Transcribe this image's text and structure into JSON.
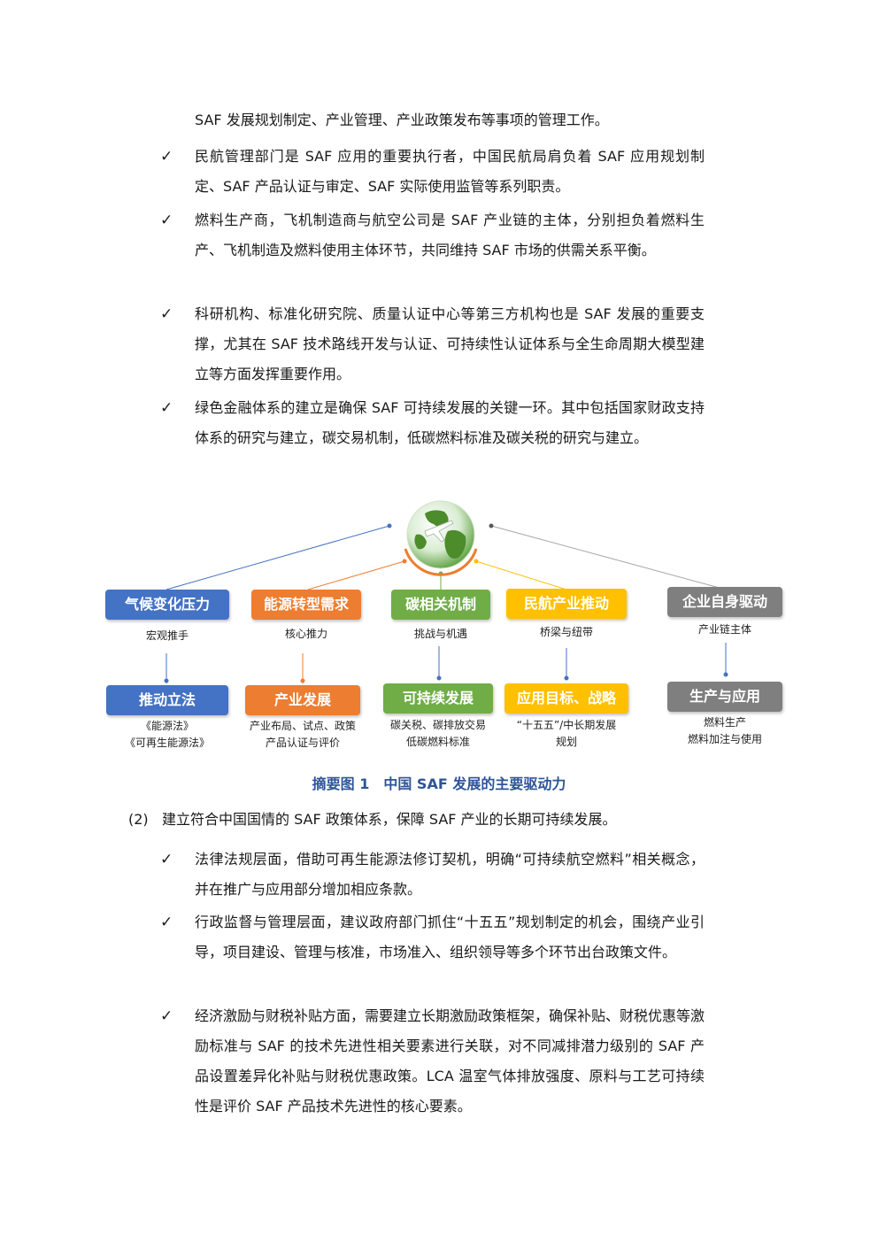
{
  "top_list": {
    "continuation": "SAF 发展规划制定、产业管理、产业政策发布等事项的管理工作。",
    "items": [
      "民航管理部门是 SAF 应用的重要执行者，中国民航局肩负着 SAF 应用规划制定、SAF 产品认证与审定、SAF 实际使用监管等系列职责。",
      "燃料生产商，飞机制造商与航空公司是 SAF 产业链的主体，分别担负着燃料生产、飞机制造及燃料使用主体环节，共同维持 SAF 市场的供需关系平衡。",
      "科研机构、标准化研究院、质量认证中心等第三方机构也是 SAF 发展的重要支撑，尤其在 SAF 技术路线开发与认证、可持续性认证体系与全生命周期大模型建立等方面发挥重要作用。",
      "绿色金融体系的建立是确保 SAF 可持续发展的关键一环。其中包括国家财政支持体系的研究与建立，碳交易机制，低碳燃料标准及碳关税的研究与建立。"
    ]
  },
  "check_mark": "✓",
  "diagram": {
    "drivers": [
      {
        "label": "气候变化压力",
        "sub": "宏观推手",
        "result": "推动立法",
        "detail": [
          "《能源法》",
          "《可再生能源法》"
        ],
        "color": "#4472c4"
      },
      {
        "label": "能源转型需求",
        "sub": "核心推力",
        "result": "产业发展",
        "detail": [
          "产业布局、试点、政策",
          "产品认证与评价"
        ],
        "color": "#ed7d31"
      },
      {
        "label": "碳相关机制",
        "sub": "挑战与机遇",
        "result": "可持续发展",
        "detail": [
          "碳关税、碳排放交易",
          "低碳燃料标准"
        ],
        "color": "#70ad47"
      },
      {
        "label": "民航产业推动",
        "sub": "桥梁与纽带",
        "result": "应用目标、战略",
        "detail": [
          "“十五五”/中长期发展",
          "规划"
        ],
        "color": "#ffc000"
      },
      {
        "label": "企业自身驱动",
        "sub": "产业链主体",
        "result": "生产与应用",
        "detail": [
          "燃料生产",
          "燃料加注与使用"
        ],
        "color": "#7f7f7f"
      }
    ]
  },
  "caption": "摘要图 1　中国 SAF 发展的主要驱动力",
  "section2": {
    "number": "(2)",
    "heading": "建立符合中国国情的 SAF 政策体系，保障 SAF 产业的长期可持续发展。",
    "items": [
      "法律法规层面，借助可再生能源法修订契机，明确“可持续航空燃料”相关概念，并在推广与应用部分增加相应条款。",
      "行政监督与管理层面，建议政府部门抓住“十五五”规划制定的机会，围绕产业引导，项目建设、管理与核准，市场准入、组织领导等多个环节出台政策文件。",
      "经济激励与财税补贴方面，需要建立长期激励政策框架，确保补贴、财税优惠等激励标准与 SAF 的技术先进性相关要素进行关联，对不同减排潜力级别的 SAF 产品设置差异化补贴与财税优惠政策。LCA 温室气体排放强度、原料与工艺可持续性是评价 SAF 产品技术先进性的核心要素。"
    ]
  }
}
